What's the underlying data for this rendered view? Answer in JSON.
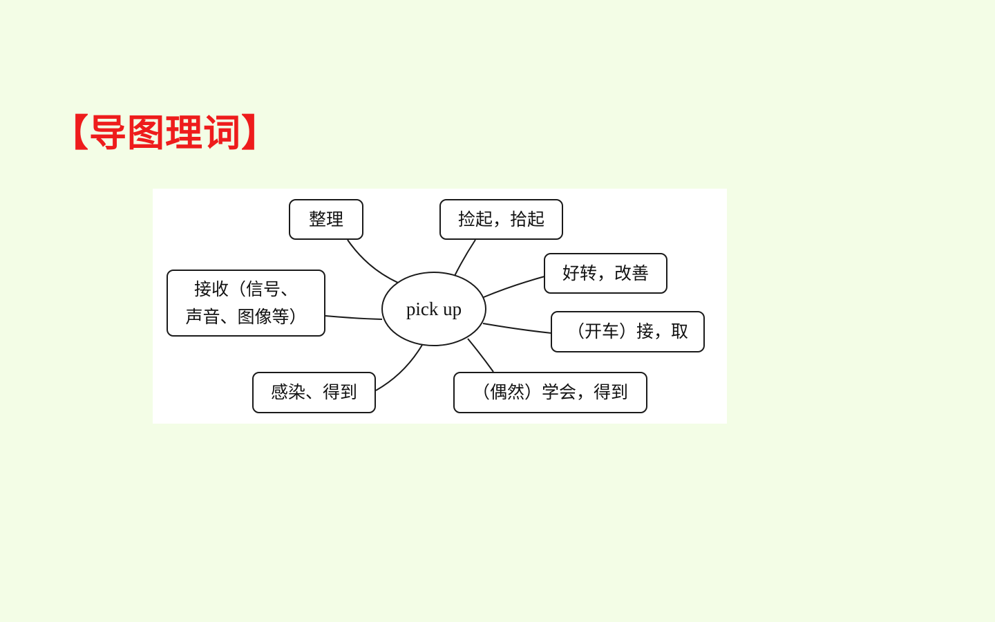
{
  "page": {
    "title": "【导图理词】"
  },
  "diagram": {
    "center": "pick up",
    "nodes": {
      "tidy": "整理",
      "pick_up_from_ground": "捡起，拾起",
      "improve": "好转，改善",
      "receive_line1": "接收（信号、",
      "receive_line2": "声音、图像等）",
      "collect_by_car": "（开车）接，取",
      "catch_get": "感染、得到",
      "learn_by_chance": "（偶然）学会，得到"
    }
  },
  "colors": {
    "background": "#f3fde6",
    "title": "#ee1c1c",
    "panel": "#ffffff",
    "stroke": "#1a1a1a"
  }
}
